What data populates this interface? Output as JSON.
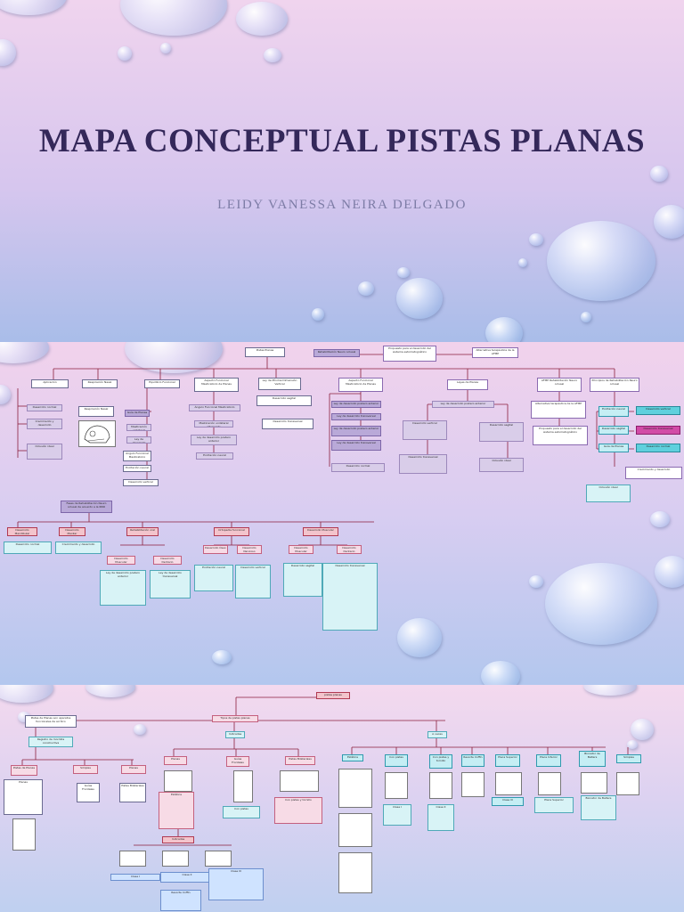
{
  "slide1": {
    "title": "MAPA CONCEPTUAL PISTAS PLANAS",
    "subtitle": "LEIDY VANESSA NEIRA DELGADO"
  },
  "slide2": {
    "nodes": {
      "root": "Pistas Planas",
      "main": "Rehabilitación Neuro oclusal",
      "purpose": "Propuesto para el desarrollo del sistema estomatognático",
      "alternative": "Alternativa terapéutica de la AFMP",
      "applications": "Aplicación",
      "respiratory": "Respiración Nasal",
      "functional_balance": "Equilibrio Funcional",
      "functional_aspect": "Aspecto Funcional Masticatorio de Planas",
      "minimal_dimension": "Ley de Mínima Dimensión Vertical",
      "aspect_functional": "Aspecto Funcional Masticatorio de Planas",
      "planas_laws": "Leyes de Planas",
      "afmp": "AFMP Rehabilitación Neuro oclusal",
      "treatment_principles": "Principios de Rehabilitación Neuro oclusal",
      "diagnosis_title": "Fases de Rehabilitación Neuro oclusal de acuerdo a la RNO"
    },
    "small_labels": [
      "Desarrollo normal",
      "Crecimiento y desarrollo",
      "Oclusión ideal",
      "Guía de Planas",
      "Ángulo Funcional Masticatorio",
      "Masticación unilateral alternante",
      "Ley de desarrollo postero anterior",
      "Ley de desarrollo transversal",
      "Excitación neural",
      "Desarrollo vertical",
      "Desarrollo sagital",
      "Desarrollo transversal"
    ],
    "bottom_labels": [
      "Desarrollo Mandibular",
      "Desarrollo Maxilar",
      "Rehabilitación oral",
      "Ortopedia funcional",
      "Desarrollo Muscular",
      "Desarrollo Dentario",
      "Desarrollo Óseo",
      "Desarrollo Nervioso"
    ]
  },
  "slide3": {
    "nodes": {
      "top": "pistas planas",
      "definition": "Pistas de Planas son aparatos funcionales de acrílico",
      "types": "Tipos de pistas planas",
      "indicated": "Indicadas",
      "contraindicated": "A veces",
      "ortho": "Registro de mordida constructiva",
      "ideal_left": "Pistas de Planas",
      "ideal_center": "Simples",
      "ideal_right": "Planas"
    },
    "column_titles": [
      "Planas",
      "Guías Frontales",
      "Pistas Bilaterales",
      "Estática",
      "Con pistas",
      "Con pistas y tornillo",
      "Resorte Coffin",
      "Placa Superior",
      "Placa Inferior",
      "Bionator de Balters",
      "Simples"
    ],
    "figure_labels": [
      "Clase I",
      "Clase II",
      "Clase III"
    ]
  },
  "colors": {
    "title_text": "#34285a",
    "subtitle_text": "#7d7ca6",
    "connector": "#8b1e3c",
    "accent_magenta": "#d24ba7",
    "accent_teal": "#5fd0dd"
  }
}
